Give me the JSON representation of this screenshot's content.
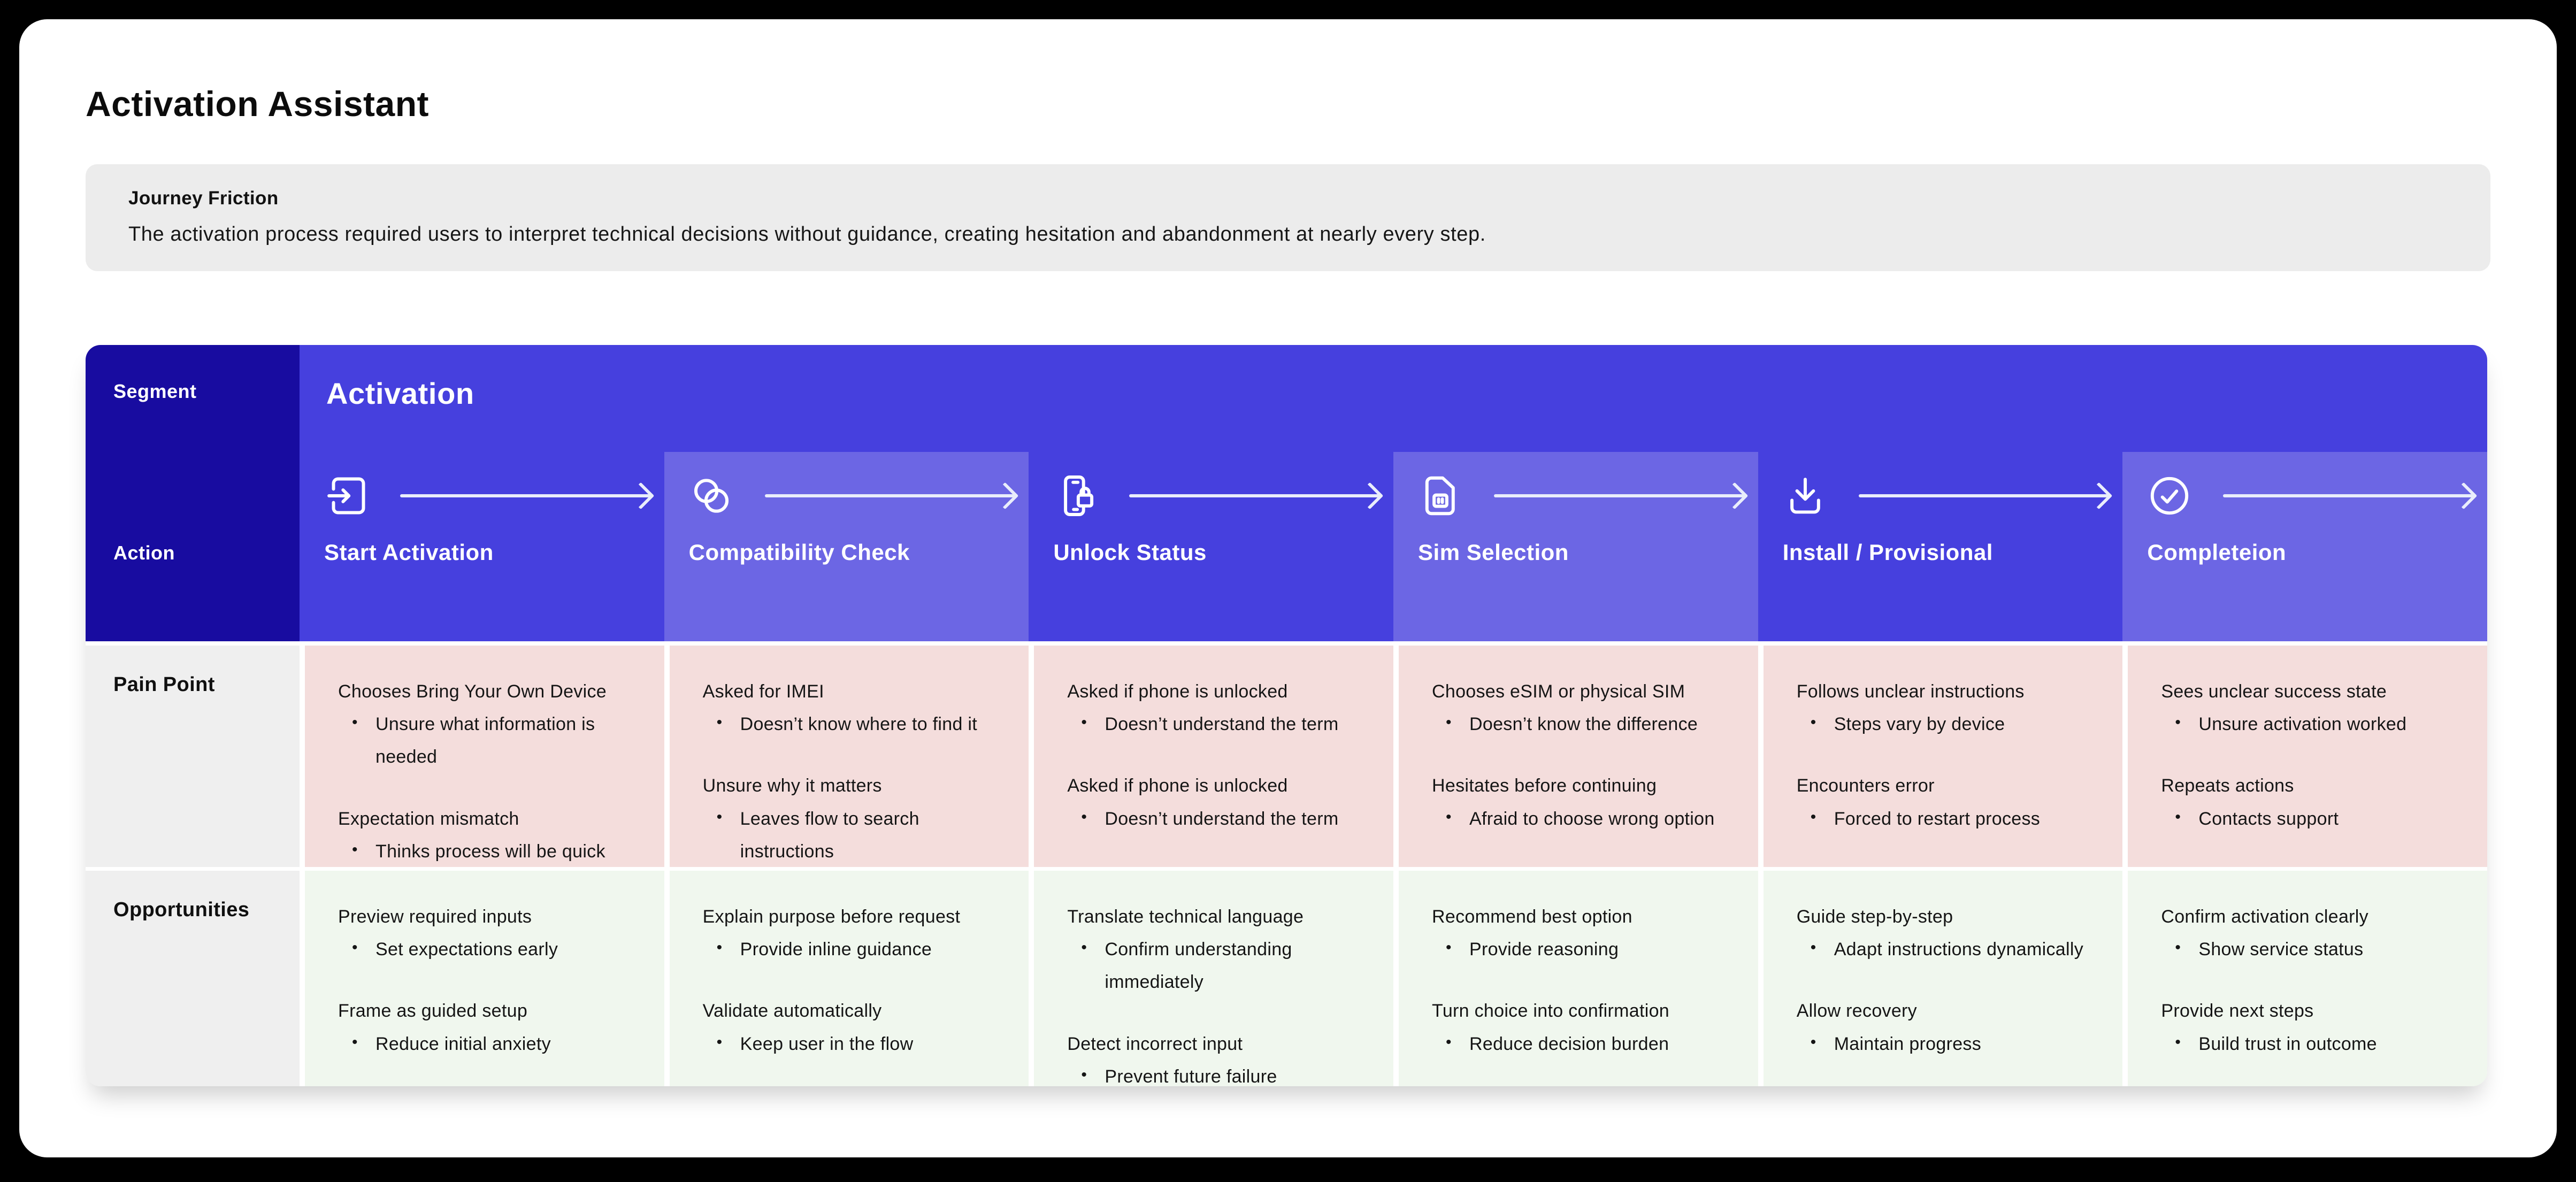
{
  "page": {
    "title": "Activation Assistant"
  },
  "journey_friction": {
    "title": "Journey Friction",
    "description": "The activation process required users to interpret technical decisions without guidance, creating hesitation and abandonment at nearly every step."
  },
  "colors": {
    "frame": "#000000",
    "page_background": "#ffffff",
    "friction_panel": "#ececec",
    "label_column_navy": "#180CA0",
    "band_indigo": "#4640DE",
    "highlight_indigo": "#6C66E4",
    "arrow_white": "#E9EDFB",
    "pain_cell_pink": "#F4DDDC",
    "opportunity_cell_green": "#F0F7EE",
    "row_label_gray": "#EFEFEF"
  },
  "table": {
    "segment_label": "Segment",
    "action_label": "Action",
    "segment_value": "Activation",
    "pain_label": "Pain Point",
    "opportunities_label": "Opportunities",
    "columns": [
      {
        "action": "Start Activation",
        "icon": "login-icon",
        "highlight": false,
        "pain": [
          {
            "title": "Chooses Bring Your Own Device",
            "bullet": "Unsure what information is needed"
          },
          {
            "title": "Expectation mismatch",
            "bullet": "Thinks process will be quick"
          }
        ],
        "opportunities": [
          {
            "title": "Preview required inputs",
            "bullet": "Set expectations early"
          },
          {
            "title": "Frame as guided setup",
            "bullet": "Reduce initial anxiety"
          }
        ]
      },
      {
        "action": "Compatibility Check",
        "icon": "venn-circles-icon",
        "highlight": true,
        "pain": [
          {
            "title": "Asked for IMEI",
            "bullet": "Doesn’t know where to find it"
          },
          {
            "title": "Unsure why it matters",
            "bullet": "Leaves flow to search instructions"
          }
        ],
        "opportunities": [
          {
            "title": "Explain purpose before request",
            "bullet": "Provide inline guidance"
          },
          {
            "title": "Validate automatically",
            "bullet": "Keep user in the flow"
          }
        ]
      },
      {
        "action": "Unlock Status",
        "icon": "phone-lock-icon",
        "highlight": false,
        "pain": [
          {
            "title": "Asked if phone is unlocked",
            "bullet": "Doesn’t understand the term"
          },
          {
            "title": "Asked if phone is unlocked",
            "bullet": "Doesn’t understand the term"
          }
        ],
        "opportunities": [
          {
            "title": "Translate technical language",
            "bullet": "Confirm understanding immediately"
          },
          {
            "title": "Detect incorrect input",
            "bullet": "Prevent future failure"
          }
        ]
      },
      {
        "action": "Sim Selection",
        "icon": "sim-card-icon",
        "highlight": true,
        "pain": [
          {
            "title": "Chooses eSIM or physical SIM",
            "bullet": "Doesn’t know the difference"
          },
          {
            "title": "Hesitates before continuing",
            "bullet": "Afraid to choose wrong option"
          }
        ],
        "opportunities": [
          {
            "title": "Recommend best option",
            "bullet": "Provide reasoning"
          },
          {
            "title": "Turn choice into confirmation",
            "bullet": "Reduce decision burden"
          }
        ]
      },
      {
        "action": "Install / Provisional",
        "icon": "download-icon",
        "highlight": false,
        "pain": [
          {
            "title": "Follows unclear instructions",
            "bullet": "Steps vary by device"
          },
          {
            "title": "Encounters error",
            "bullet": "Forced to restart process"
          }
        ],
        "opportunities": [
          {
            "title": "Guide step-by-step",
            "bullet": "Adapt instructions dynamically"
          },
          {
            "title": "Allow recovery",
            "bullet": "Maintain progress"
          }
        ]
      },
      {
        "action": "Completeion",
        "icon": "check-circle-icon",
        "highlight": true,
        "pain": [
          {
            "title": "Sees unclear success state",
            "bullet": "Unsure activation worked"
          },
          {
            "title": "Repeats actions",
            "bullet": "Contacts support"
          }
        ],
        "opportunities": [
          {
            "title": "Confirm activation clearly",
            "bullet": "Show service status"
          },
          {
            "title": "Provide next steps",
            "bullet": "Build trust in outcome"
          }
        ]
      }
    ]
  }
}
